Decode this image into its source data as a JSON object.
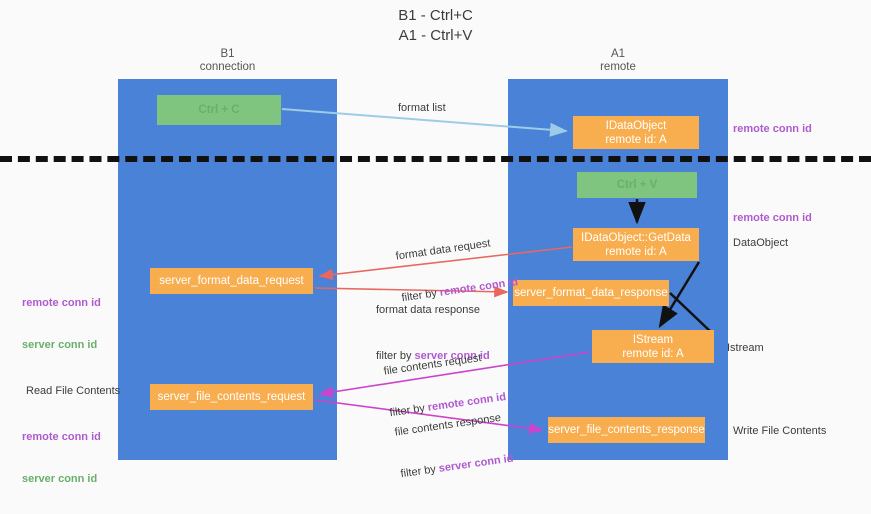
{
  "title": "B1 - Ctrl+C\nA1 - Ctrl+V",
  "columns": {
    "left": {
      "header": "B1\nconnection"
    },
    "right": {
      "header": "A1\nremote"
    }
  },
  "nodes": {
    "ctrl_c": "Ctrl + C",
    "idataobject": "IDataObject\nremote id: A",
    "ctrl_v": "Ctrl + V",
    "getdata": "IDataObject::GetData\nremote id: A",
    "server_format_data_request": "server_format_data_request",
    "server_format_data_response": "server_format_data_response",
    "istream": "IStream\nremote id: A",
    "server_file_contents_request": "server_file_contents_request",
    "server_file_contents_response": "server_file_contents_response"
  },
  "edge_labels": {
    "format_list": "format list",
    "format_data_request": "format data request",
    "format_data_request_filter_prefix": "filter by ",
    "format_data_request_filter_key": "remote conn id",
    "format_data_response": "format data response",
    "format_data_response_filter_prefix": "filter by ",
    "format_data_response_filter_key": "server conn id",
    "file_contents_request": "file contents request",
    "file_contents_request_filter_prefix": "filter by ",
    "file_contents_request_filter_key": "remote conn id",
    "file_contents_response": "file contents response",
    "file_contents_response_filter_prefix": "filter by ",
    "file_contents_response_filter_key": "server conn id"
  },
  "annotations": {
    "right_remote_conn_id_top": "remote conn id",
    "right_remote_conn_id_mid": "remote conn id",
    "right_dataobject": "DataObject",
    "right_istream": "Istream",
    "right_write_file_contents": "Write File Contents",
    "left_remote_conn_id_1": "remote conn id",
    "left_server_conn_id_1": "server conn id",
    "left_read_file_contents": "Read File Contents",
    "left_remote_conn_id_2": "remote conn id",
    "left_server_conn_id_2": "server conn id"
  },
  "colors": {
    "lane": "#4a82d8",
    "node_green": "#7fc47f",
    "node_orange": "#f8ae4f",
    "accent_purple": "#b05ad0",
    "accent_green": "#6aaf6a",
    "arrow_red": "#e8685f",
    "arrow_magenta": "#cc44cc",
    "arrow_blue": "#9ecbe8",
    "arrow_black": "#111111"
  }
}
